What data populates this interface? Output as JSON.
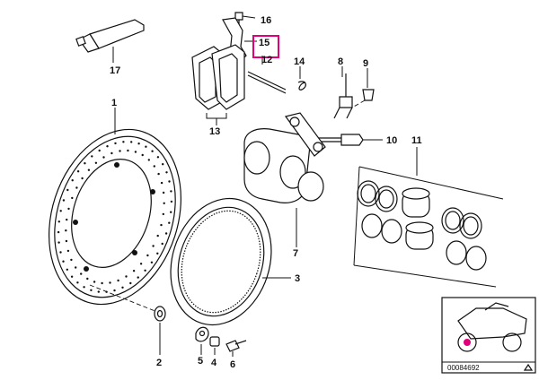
{
  "callouts": [
    {
      "id": "1",
      "label": "1"
    },
    {
      "id": "2",
      "label": "2"
    },
    {
      "id": "3",
      "label": "3"
    },
    {
      "id": "4",
      "label": "4"
    },
    {
      "id": "5",
      "label": "5"
    },
    {
      "id": "6",
      "label": "6"
    },
    {
      "id": "7",
      "label": "7"
    },
    {
      "id": "8",
      "label": "8"
    },
    {
      "id": "9",
      "label": "9"
    },
    {
      "id": "10",
      "label": "10"
    },
    {
      "id": "11",
      "label": "11"
    },
    {
      "id": "12",
      "label": "12"
    },
    {
      "id": "13",
      "label": "13"
    },
    {
      "id": "14",
      "label": "14"
    },
    {
      "id": "15",
      "label": "15"
    },
    {
      "id": "16",
      "label": "16"
    },
    {
      "id": "17",
      "label": "17"
    }
  ],
  "highlighted_callout": "15",
  "highlight_color": "#e0007a",
  "thumbnail": {
    "code": "00084692"
  }
}
